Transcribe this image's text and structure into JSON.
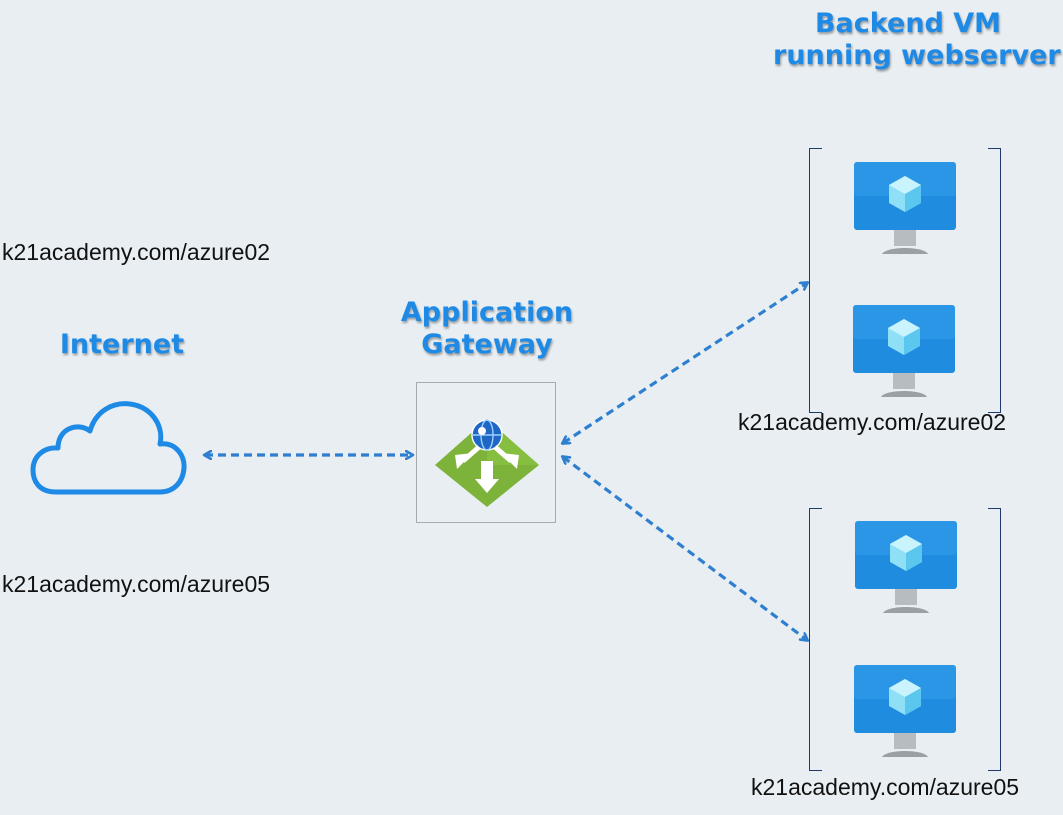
{
  "labels": {
    "backend_title_line1": "Backend VM",
    "backend_title_line2": "running webserver",
    "gateway_line1": "Application",
    "gateway_line2": "Gateway",
    "internet": "Internet"
  },
  "urls": {
    "left_top": "k21academy.com/azure02",
    "left_bottom": "k21academy.com/azure05",
    "pool1": "k21academy.com/azure02",
    "pool2": "k21academy.com/azure05"
  },
  "colors": {
    "background": "#e8eef2",
    "accent_blue": "#1e8ae6",
    "arrow_blue": "#2f7fd0",
    "gateway_green": "#7db33b",
    "vm_blue": "#1f8ce0",
    "bracket": "#1f3a6b"
  },
  "icons": {
    "internet": "cloud-icon",
    "gateway": "application-gateway-icon",
    "vm": "virtual-machine-icon"
  }
}
